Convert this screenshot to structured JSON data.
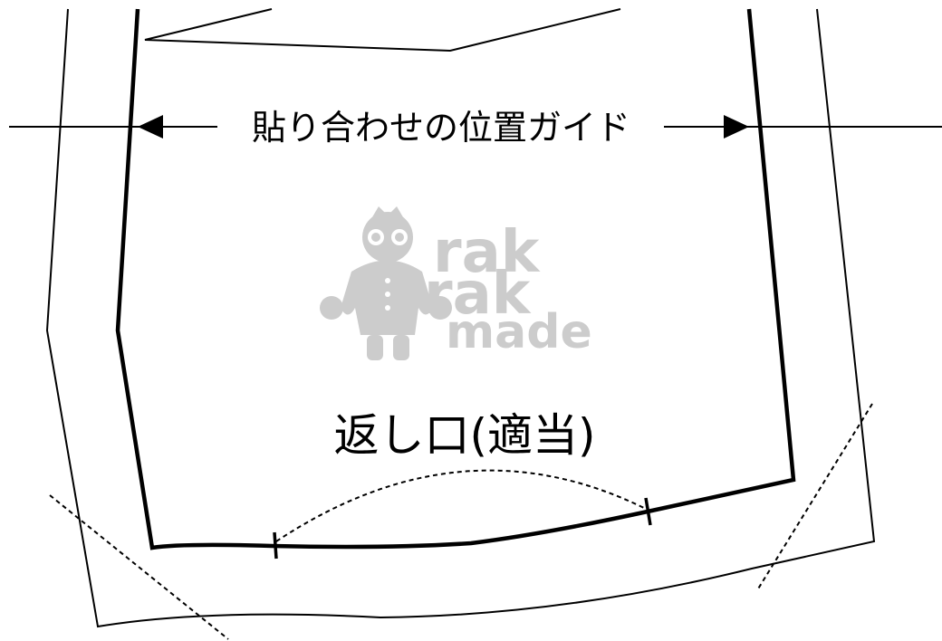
{
  "diagram": {
    "guide_label": "貼り合わせの位置ガイド",
    "opening_label": "返し口(適当)",
    "watermark": {
      "line1": "rak",
      "line2": "rak",
      "line3": "made"
    },
    "colors": {
      "line": "#000000",
      "watermark": "#cccccc",
      "background": "#ffffff"
    }
  }
}
